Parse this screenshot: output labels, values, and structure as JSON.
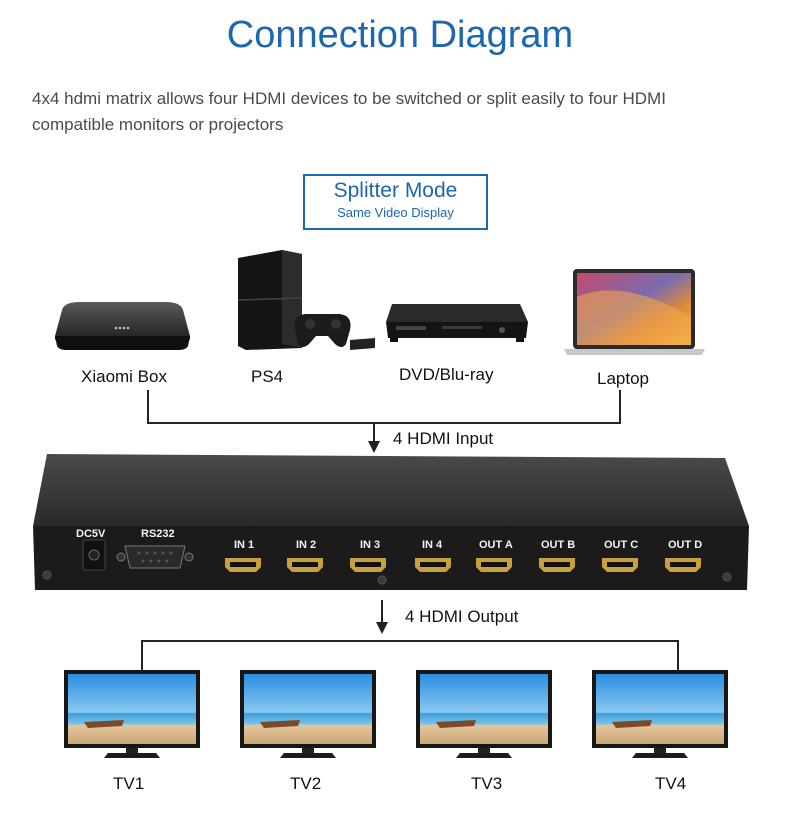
{
  "title": "Connection Diagram",
  "description": "4x4 hdmi matrix allows four HDMI devices to be switched  or split easily to four HDMI compatible monitors or projectors",
  "mode": {
    "title": "Splitter Mode",
    "subtitle": "Same Video Display"
  },
  "inputs": [
    {
      "label": "Xiaomi Box",
      "icon": "media-box-icon"
    },
    {
      "label": "PS4",
      "icon": "game-console-icon"
    },
    {
      "label": "DVD/Blu-ray",
      "icon": "dvd-player-icon"
    },
    {
      "label": "Laptop",
      "icon": "laptop-icon"
    }
  ],
  "input_flow_label": "4 HDMI Input",
  "output_flow_label": "4 HDMI Output",
  "device_panel": {
    "power_label": "DC5V",
    "serial_label": "RS232",
    "ports": [
      "IN 1",
      "IN 2",
      "IN 3",
      "IN 4",
      "OUT A",
      "OUT B",
      "OUT C",
      "OUT D"
    ]
  },
  "outputs": [
    {
      "label": "TV1"
    },
    {
      "label": "TV2"
    },
    {
      "label": "TV3"
    },
    {
      "label": "TV4"
    }
  ],
  "colors": {
    "accent": "#1b67b0",
    "device_body": "#1d1d1d",
    "port_gold": "#c9a13b"
  }
}
